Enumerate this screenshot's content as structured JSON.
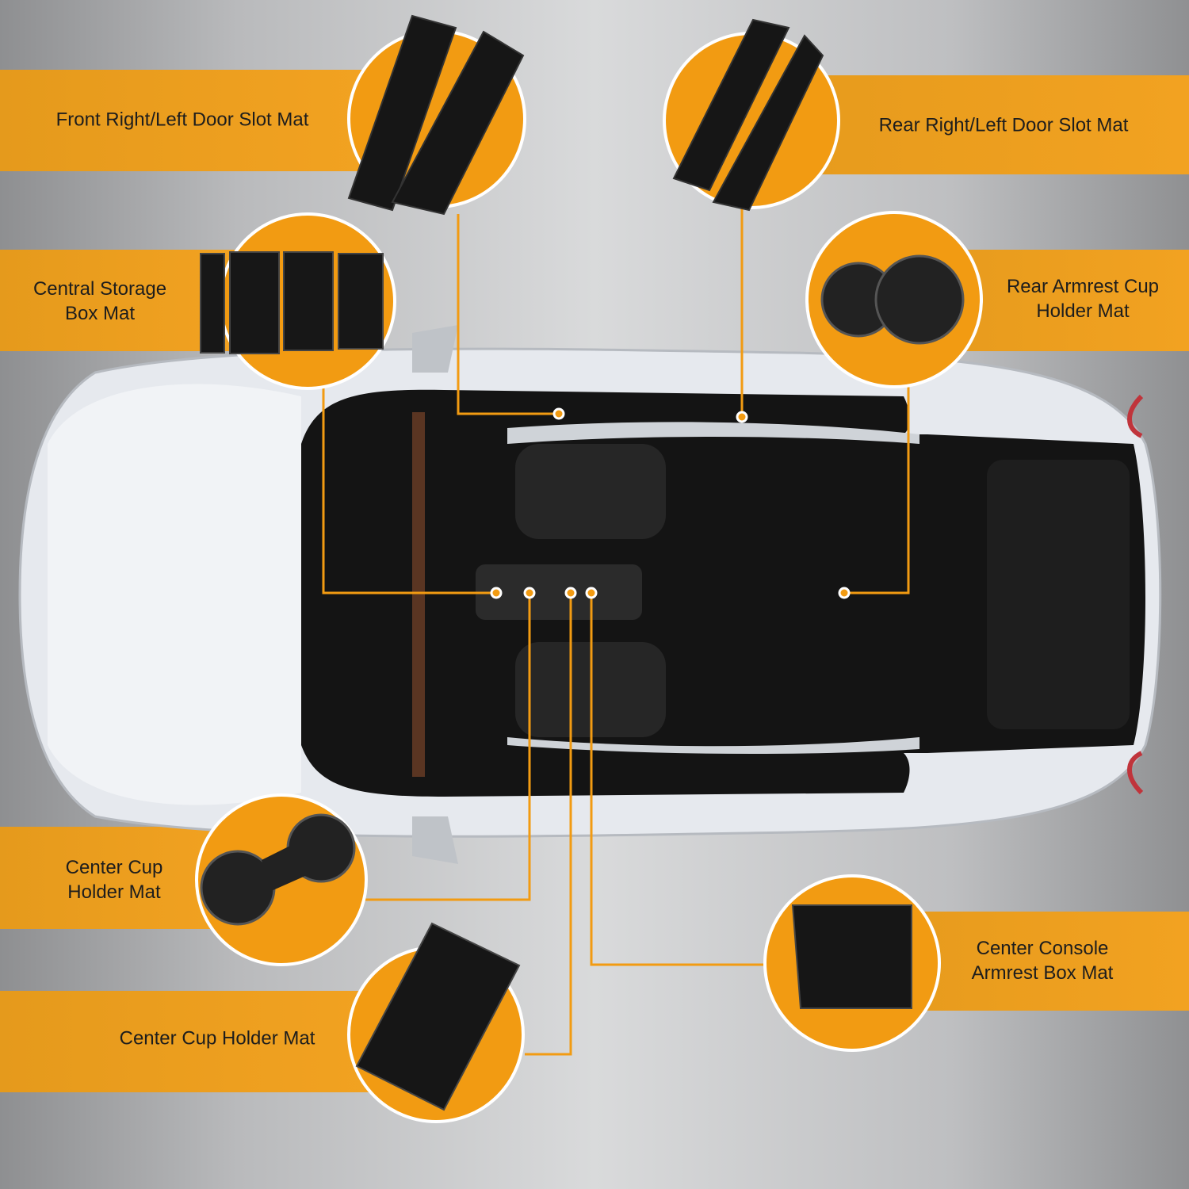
{
  "labels": {
    "front_door_slot": "Front Right/Left Door Slot Mat",
    "rear_door_slot": "Rear Right/Left Door Slot Mat",
    "central_storage_1": "Central Storage",
    "central_storage_2": "Box Mat",
    "rear_armrest_1": "Rear Armrest Cup",
    "rear_armrest_2": "Holder Mat",
    "center_cup_1": "Center Cup",
    "center_cup_2": "Holder Mat",
    "center_cup_single": "Center Cup Holder Mat",
    "console_armrest_1": "Center Console",
    "console_armrest_2": "Armrest Box Mat"
  },
  "colors": {
    "accent": "#f29b12",
    "mat": "#1a1a1a",
    "car_body": "#e9ecf0",
    "interior": "#141414"
  }
}
